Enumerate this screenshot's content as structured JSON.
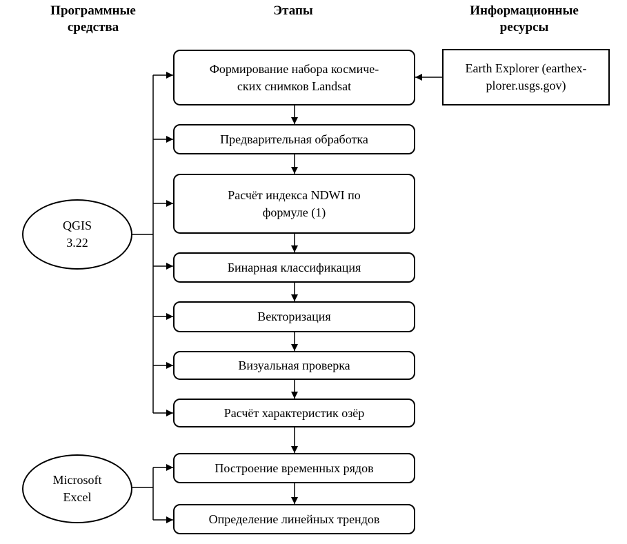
{
  "headers": {
    "software_line1": "Программные",
    "software_line2": "средства",
    "stages": "Этапы",
    "resources_line1": "Информационные",
    "resources_line2": "ресурсы"
  },
  "stages": [
    {
      "line1": "Формирование набора космиче-",
      "line2": "ских снимков Landsat"
    },
    {
      "line1": "Предварительная обработка"
    },
    {
      "line1": "Расчёт индекса NDWI по",
      "line2": "формуле (1)"
    },
    {
      "line1": "Бинарная классификация"
    },
    {
      "line1": "Векторизация"
    },
    {
      "line1": "Визуальная проверка"
    },
    {
      "line1": "Расчёт характеристик озёр"
    },
    {
      "line1": "Построение временных рядов"
    },
    {
      "line1": "Определение линейных трендов"
    }
  ],
  "software": [
    {
      "line1": "QGIS",
      "line2": "3.22"
    },
    {
      "line1": "Microsoft",
      "line2": "Excel"
    }
  ],
  "resource": {
    "line1": "Earth Explorer (earthex-",
    "line2": "plorer.usgs.gov)"
  }
}
